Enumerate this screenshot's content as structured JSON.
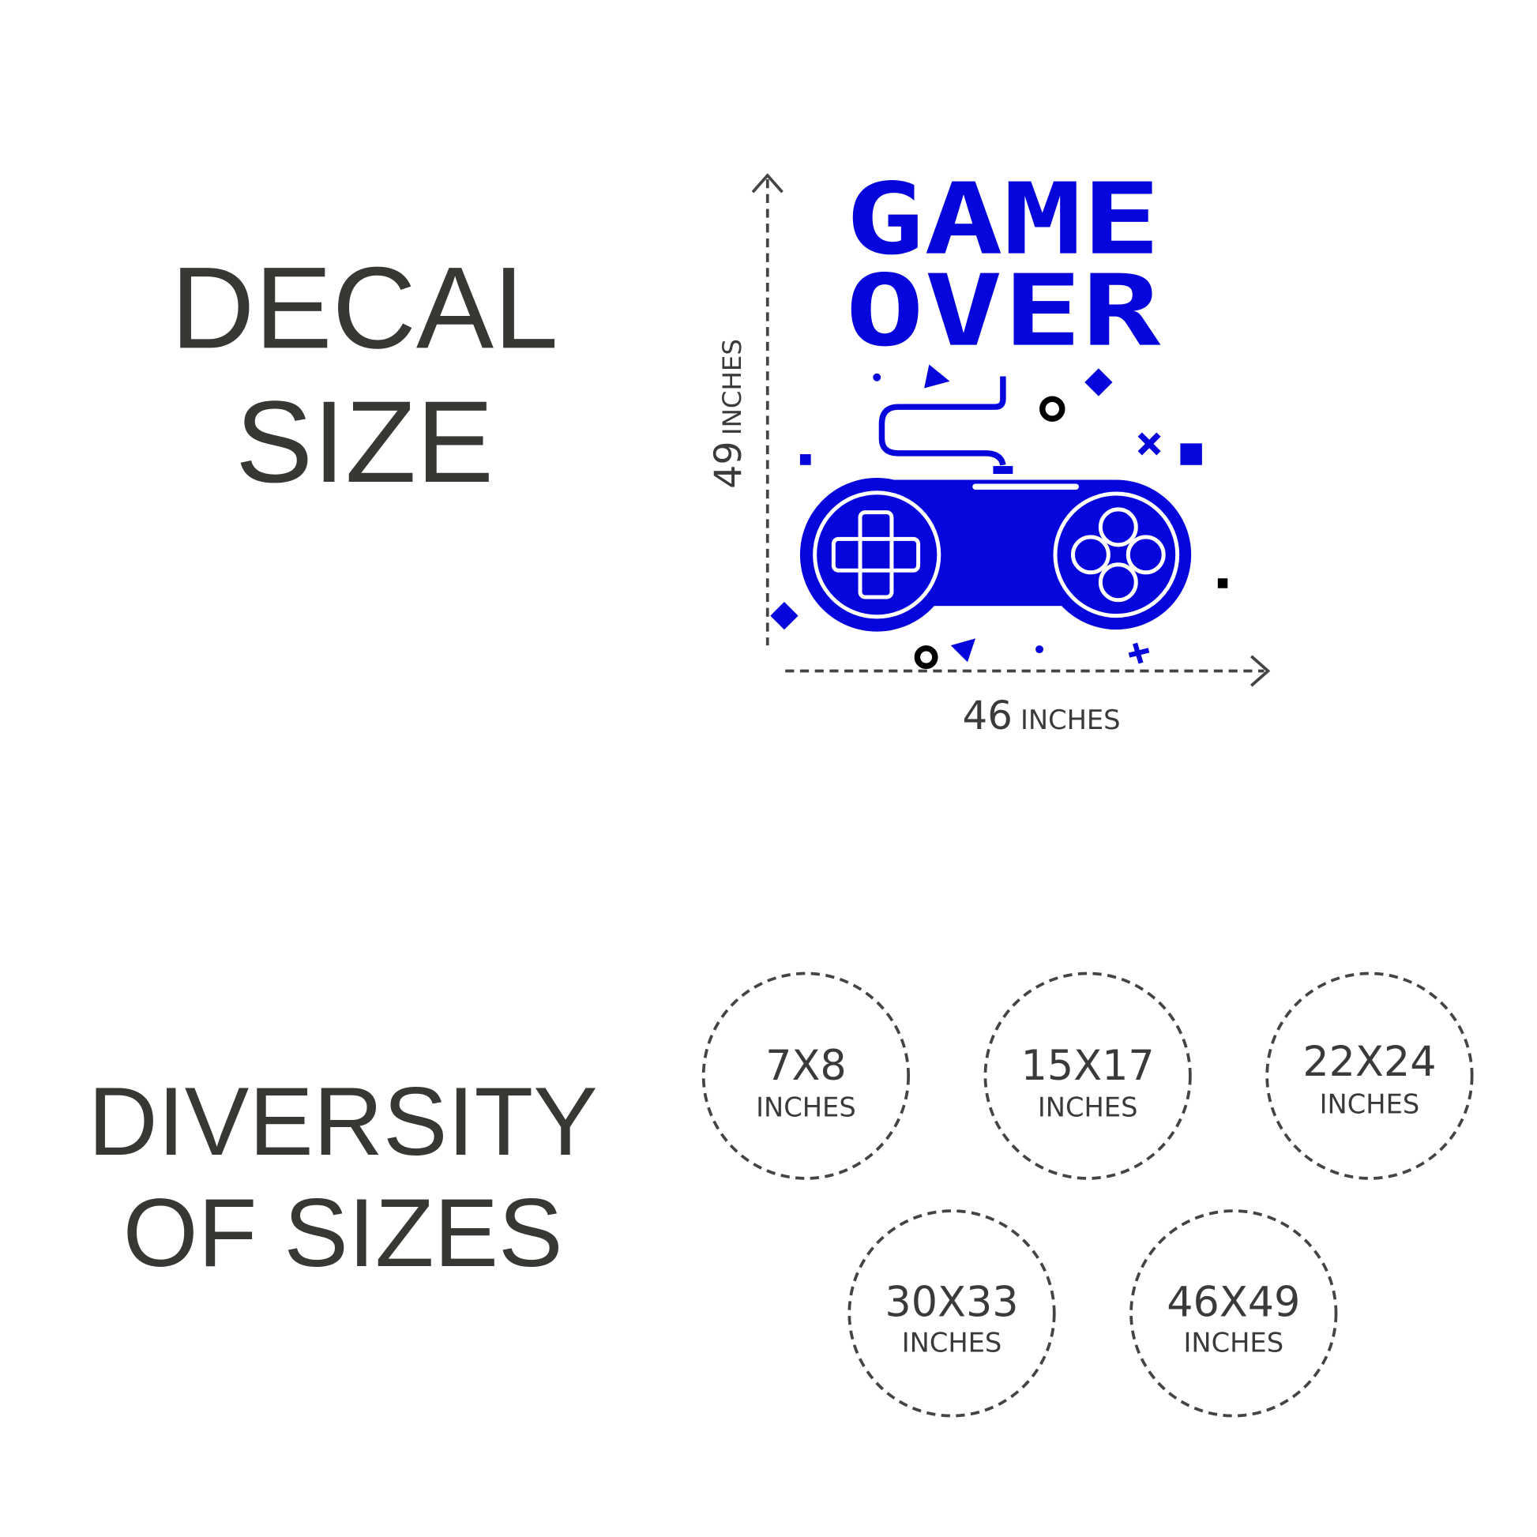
{
  "decal_size": {
    "line1": "DECAL",
    "line2": "SIZE"
  },
  "diversity": {
    "line1": "DIVERSITY",
    "line2": "OF SIZES"
  },
  "artwork": {
    "line1": "GAME",
    "line2": "OVER"
  },
  "dimensions": {
    "height_value": "49",
    "height_unit": "INCHES",
    "width_value": "46",
    "width_unit": "INCHES"
  },
  "sizes": [
    {
      "size": "7X8",
      "unit": "INCHES"
    },
    {
      "size": "15X17",
      "unit": "INCHES"
    },
    {
      "size": "22X24",
      "unit": "INCHES"
    },
    {
      "size": "30X33",
      "unit": "INCHES"
    },
    {
      "size": "46X49",
      "unit": "INCHES"
    }
  ],
  "colors": {
    "decal": "#0606dc",
    "text": "#373734",
    "accent": "#000000"
  }
}
